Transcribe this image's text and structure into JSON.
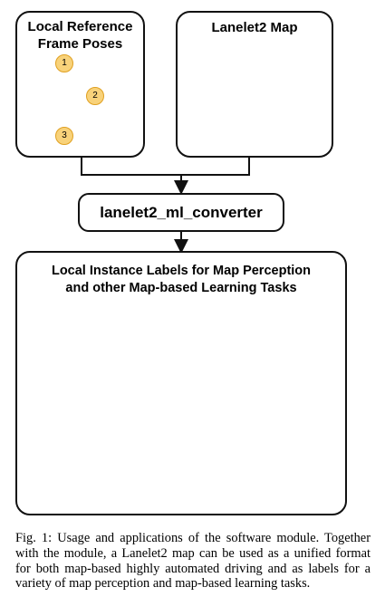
{
  "poses_box": {
    "title_line1": "Local Reference",
    "title_line2": "Frame Poses",
    "nodes": [
      "1",
      "2",
      "3"
    ]
  },
  "map_box": {
    "title": "Lanelet2 Map"
  },
  "converter": {
    "label": "lanelet2_ml_converter"
  },
  "labels_box": {
    "title_line1": "Local Instance Labels for Map Perception",
    "title_line2": "and other Map-based Learning Tasks"
  },
  "caption": {
    "text": "Fig. 1: Usage and applications of the software module. Together with the module, a Lanelet2 map can be used as a unified format for both map-based highly automated driving and as labels for a variety of map perception and map-based learning tasks."
  },
  "colors": {
    "node_fill": "#f8d27a",
    "node_stroke": "#e0a020",
    "map_green": "#1f9a22",
    "road_gray": "#c9c9c9",
    "blue_lines": "#2a2ab0",
    "red_lines": "#b01818",
    "green_lines": "#2a8a2a",
    "purple_lines": "#8a4ac8"
  }
}
